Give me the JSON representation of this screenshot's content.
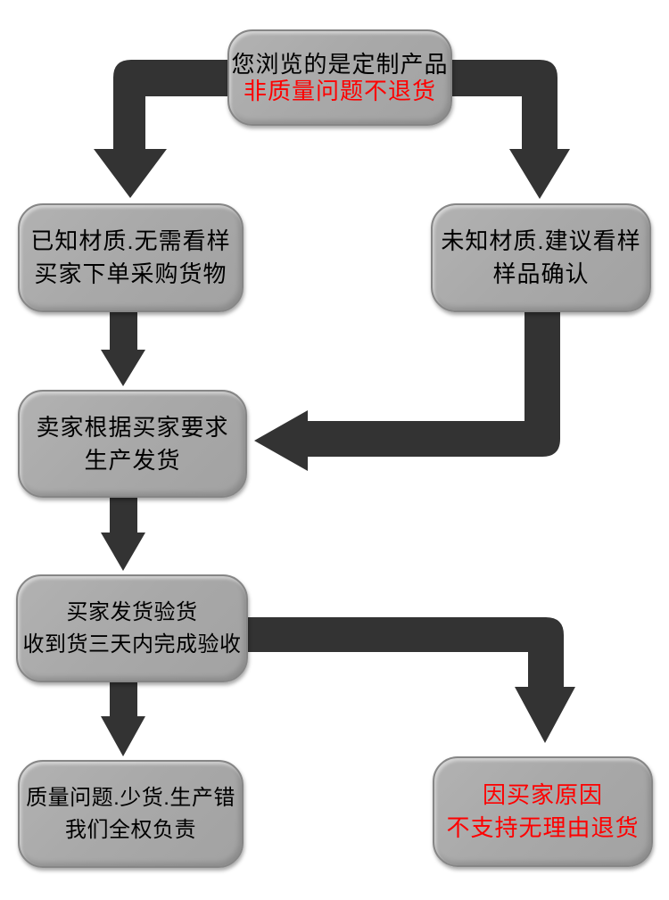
{
  "colors": {
    "background": "#ffffff",
    "arrow": "#333333",
    "node_fill": "#a9a9a9",
    "node_border": "#868686",
    "text": "#000000",
    "alert_red": "#fe0000"
  },
  "nodes": {
    "intro": {
      "line1": "您浏览的是定制产品",
      "line2": "非质量问题不退货"
    },
    "known": {
      "line1": "已知材质.无需看样",
      "line2": "买家下单采购货物"
    },
    "unknown": {
      "line1": "未知材质.建议看样",
      "line2": "样品确认"
    },
    "produce": {
      "line1": "卖家根据买家要求",
      "line2": "生产发货"
    },
    "inspect": {
      "line1": "买家发货验货",
      "line2": "收到货三天内完成验收"
    },
    "seller_duty": {
      "line1": "质量问题.少货.生产错",
      "line2": "我们全权负责"
    },
    "no_return": {
      "line1": "因买家原因",
      "line2": "不支持无理由退货"
    }
  },
  "edges": [
    {
      "from": "intro",
      "to": "known"
    },
    {
      "from": "intro",
      "to": "unknown"
    },
    {
      "from": "known",
      "to": "produce"
    },
    {
      "from": "unknown",
      "to": "produce"
    },
    {
      "from": "produce",
      "to": "inspect"
    },
    {
      "from": "inspect",
      "to": "seller_duty"
    },
    {
      "from": "inspect",
      "to": "no_return"
    }
  ]
}
